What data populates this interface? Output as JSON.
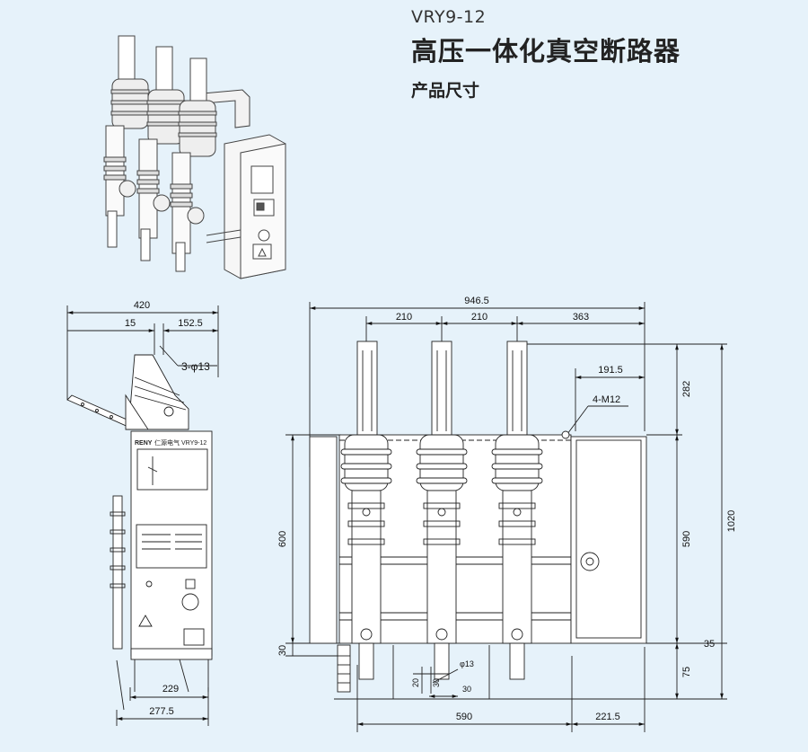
{
  "header": {
    "model": "VRY9-12",
    "title": "高压一体化真空断路器",
    "subtitle": "产品尺寸"
  },
  "side_view": {
    "dim_total_width": "420",
    "dim_left_offset": "15",
    "dim_right_offset": "152.5",
    "dim_holes": "3-φ13",
    "dim_base_1": "229",
    "dim_base_2": "277.5",
    "panel_brand": "RENY",
    "panel_brand_cn": "仁源电气",
    "panel_model": "VRY9-12"
  },
  "front_view": {
    "dim_total_width": "946.5",
    "dim_pole_1": "210",
    "dim_pole_2": "210",
    "dim_right": "363",
    "dim_right_inner": "191.5",
    "dim_mount": "4-M12",
    "dim_top": "282",
    "dim_mid": "590",
    "dim_total_height": "1020",
    "dim_bottom_offset": "35",
    "dim_bottom": "75",
    "dim_left_height": "600",
    "dim_left_small": "30",
    "dim_hole": "φ13",
    "dim_hole_1": "20",
    "dim_hole_2": "30",
    "dim_hole_3": "30",
    "dim_base_width": "590",
    "dim_base_right": "221.5"
  }
}
